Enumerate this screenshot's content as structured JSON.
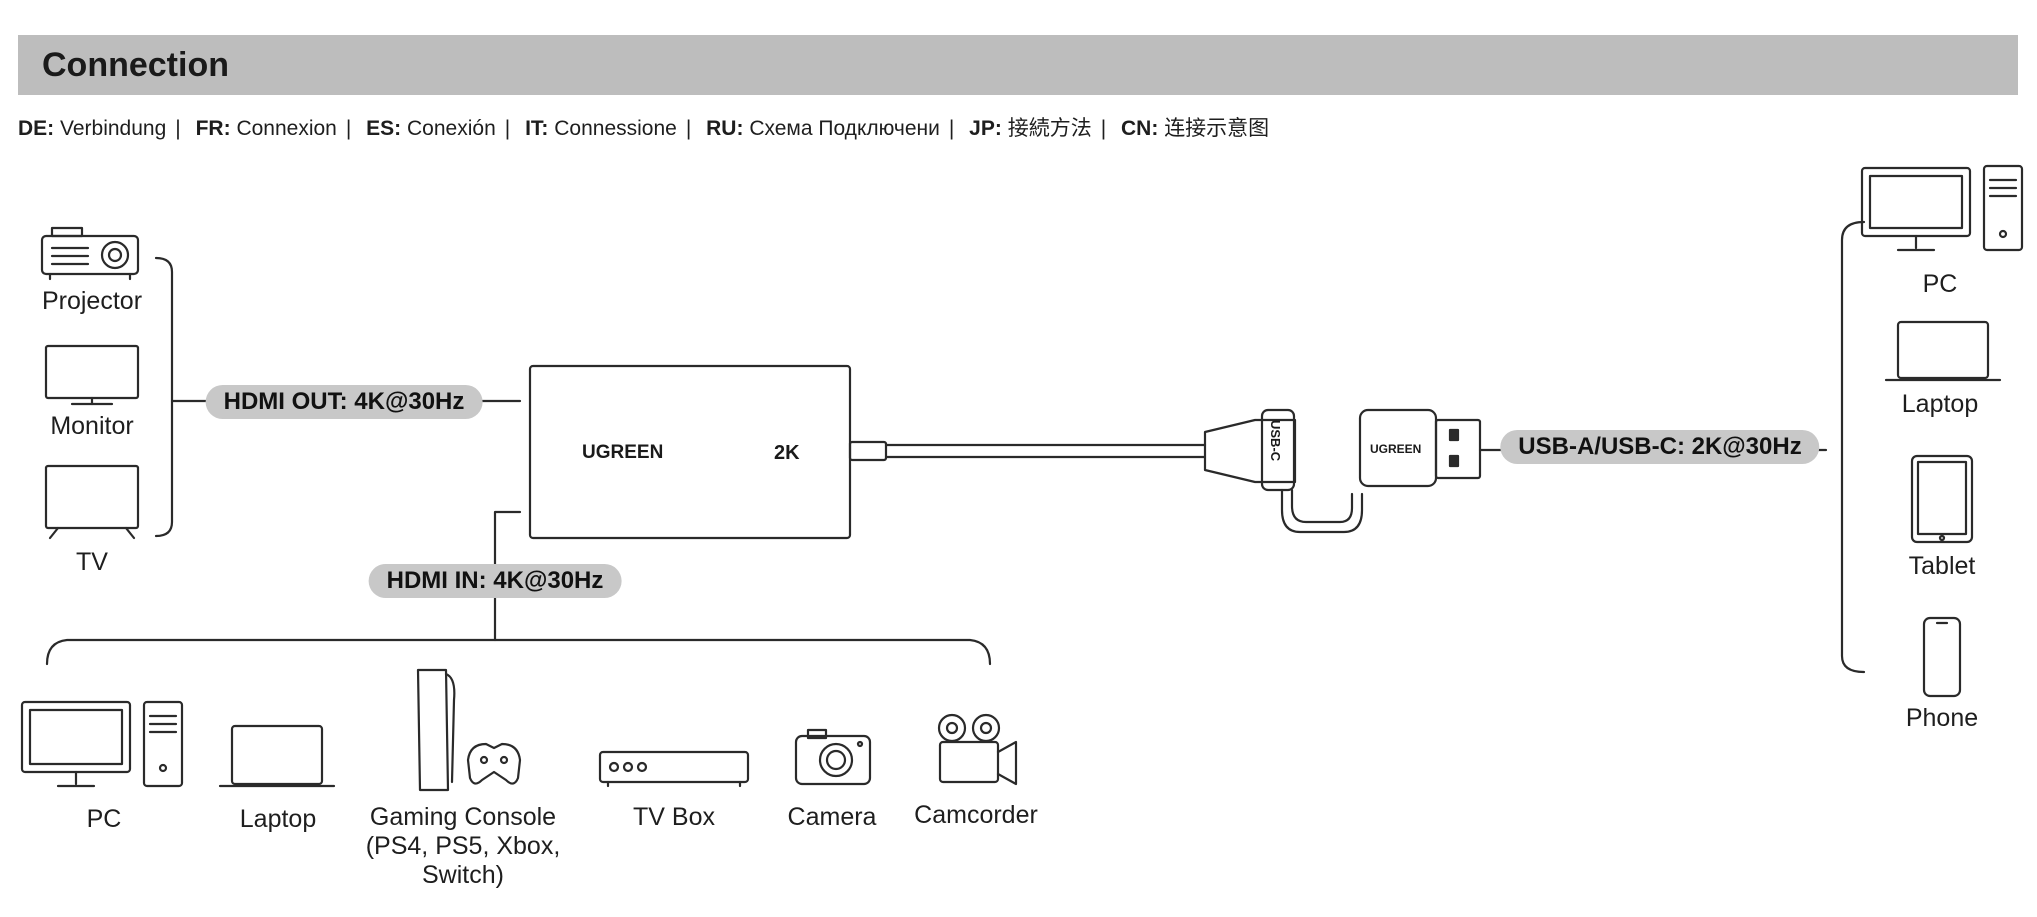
{
  "header": {
    "title": "Connection"
  },
  "languages": [
    {
      "code": "DE:",
      "text": "Verbindung"
    },
    {
      "code": "FR:",
      "text": "Connexion"
    },
    {
      "code": "ES:",
      "text": "Conexión"
    },
    {
      "code": "IT:",
      "text": "Connessione"
    },
    {
      "code": "RU:",
      "text": "Схема Подключени"
    },
    {
      "code": "JP:",
      "text": "接続方法"
    },
    {
      "code": "CN:",
      "text": "连接示意图"
    }
  ],
  "outputs": {
    "projector": "Projector",
    "monitor": "Monitor",
    "tv": "TV"
  },
  "links": {
    "hdmi_out": "HDMI OUT: 4K@30Hz",
    "hdmi_in": "HDMI IN: 4K@30Hz",
    "usb": "USB-A/USB-C: 2K@30Hz"
  },
  "device": {
    "brand": "UGREEN",
    "model": "2K",
    "usb_c_label": "USB-C",
    "plug_brand": "UGREEN"
  },
  "sources": {
    "pc": "PC",
    "laptop": "Laptop",
    "console_line1": "Gaming Console",
    "console_line2": "(PS4, PS5, Xbox,",
    "console_line3": "Switch)",
    "tvbox": "TV Box",
    "camera": "Camera",
    "camcorder": "Camcorder"
  },
  "hosts": {
    "pc": "PC",
    "laptop": "Laptop",
    "tablet": "Tablet",
    "phone": "Phone"
  }
}
